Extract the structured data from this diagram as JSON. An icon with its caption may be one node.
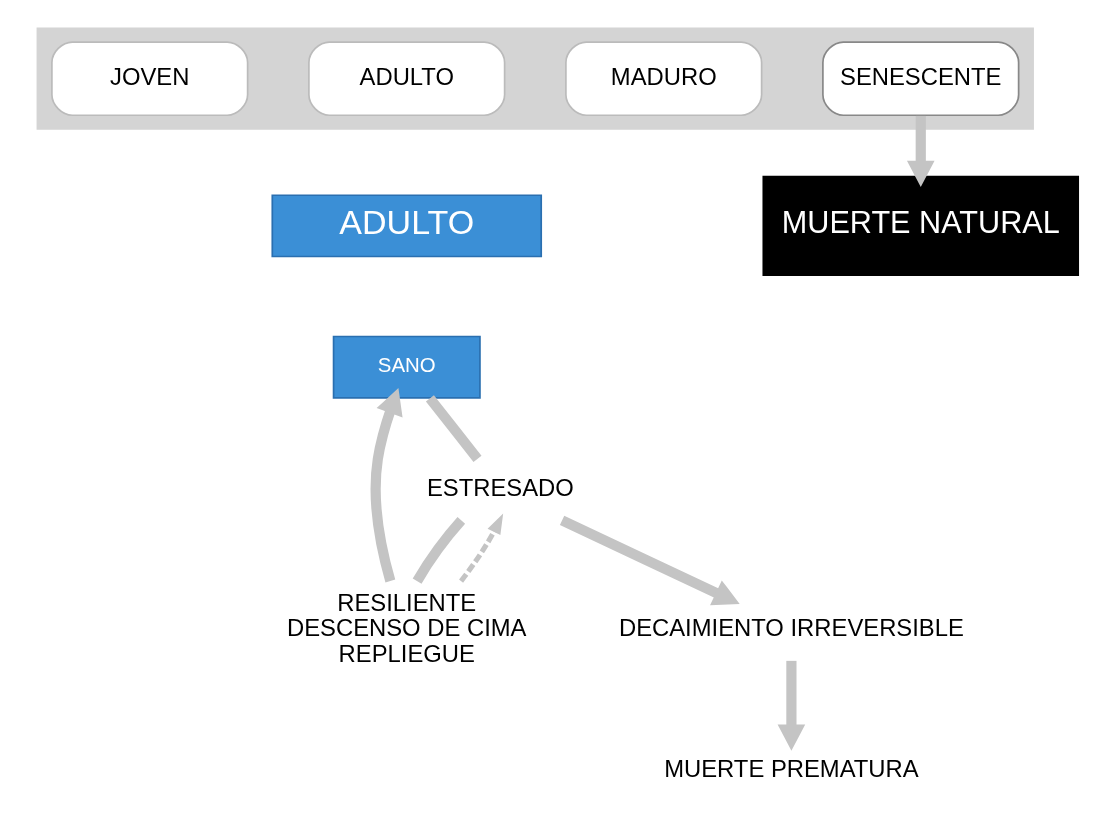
{
  "diagram": {
    "nodes": [
      {
        "text": [],
        "shape": "arrow"
      },
      {
        "text": [
          "JOVEN"
        ],
        "in": 0
      },
      {
        "text": [
          "ADULTO"
        ],
        "in": 0
      },
      {
        "text": [
          "MADURO"
        ],
        "in": 0
      },
      {
        "text": [
          "SENESCENTE"
        ],
        "in": 0
      },
      {
        "text": [
          "MUERTE NATURAL"
        ]
      },
      {
        "text": [
          "ADULTO"
        ]
      },
      {
        "text": [
          "SANO"
        ]
      },
      {
        "text": [
          "RESILIENTE",
          "DESCENSO DE CIMA",
          "REPLIEGUE"
        ]
      },
      {
        "text": [
          "ESTRESADO"
        ]
      },
      {
        "text": [
          "DECAIMIENTO IRREVERSIBLE"
        ]
      },
      {
        "text": [
          "MUERTE PREMATURA"
        ]
      }
    ],
    "edges": [
      {
        "from": 4,
        "to": 5,
        "arrow": "to"
      },
      {
        "from": 7,
        "to": 9,
        "arrow": "none"
      },
      {
        "from": 9,
        "to": 8,
        "arrow": "none"
      },
      {
        "from": 8,
        "to": 7,
        "arrow": "to"
      },
      {
        "from": 8,
        "to": 9,
        "arrow": "to",
        "style": "dashed"
      },
      {
        "from": 9,
        "to": 10,
        "arrow": "to"
      },
      {
        "from": 10,
        "to": 11,
        "arrow": "to"
      }
    ]
  }
}
